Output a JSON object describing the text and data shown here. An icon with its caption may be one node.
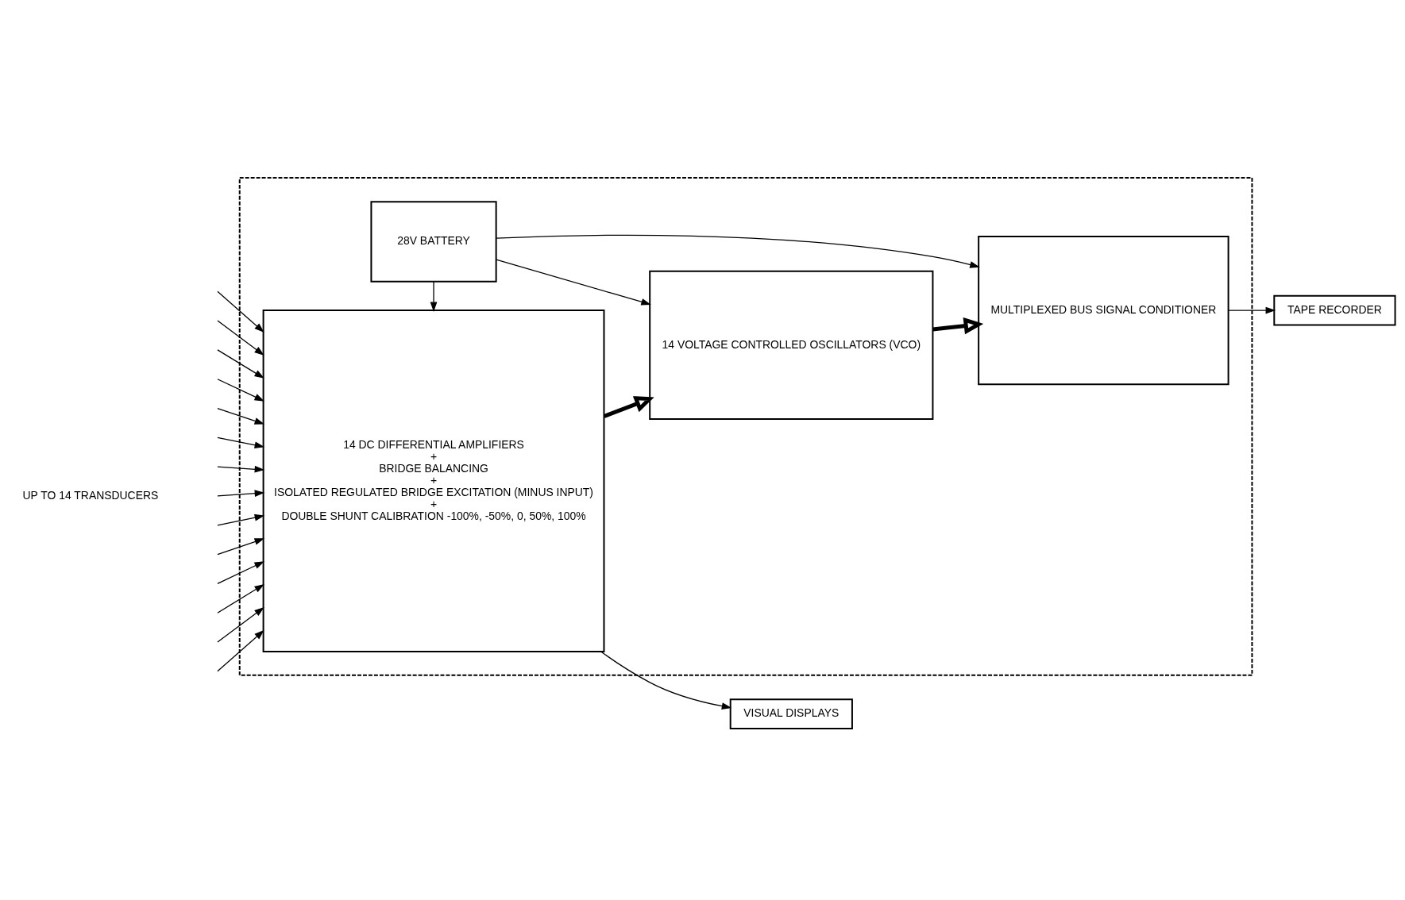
{
  "diagram": {
    "nodes": [
      {
        "text": [
          "VISUAL DISPLAYS"
        ]
      },
      {
        "text": [],
        "shape": "box"
      },
      {
        "text": [
          "14 DC DIFFERENTIAL AMPLIFIERS",
          "+",
          "BRIDGE BALANCING",
          "+",
          "ISOLATED REGULATED BRIDGE EXCITATION (MINUS INPUT)",
          "+",
          "DOUBLE SHUNT CALIBRATION -100%, -50%, 0, 50%, 100%"
        ],
        "in": 1
      },
      {
        "text": [
          "14 VOLTAGE CONTROLLED OSCILLATORS (VCO)"
        ],
        "in": 1
      },
      {
        "text": [
          "MULTIPLEXED BUS SIGNAL CONDITIONER"
        ],
        "in": 1
      },
      {
        "text": [
          "28V BATTERY"
        ],
        "in": 1
      },
      {
        "text": [
          "TAPE RECORDER"
        ]
      }
    ],
    "edges": [
      {
        "from": 2,
        "to": 0,
        "arrow": "to"
      },
      {
        "from": 2,
        "to": 3,
        "arrow": "to",
        "style": "thick"
      },
      {
        "from": 3,
        "to": 4,
        "arrow": "to",
        "style": "thick"
      },
      {
        "from": 4,
        "to": 6,
        "arrow": "to"
      },
      {
        "from": 5,
        "to": 3,
        "arrow": "to"
      },
      {
        "from": 5,
        "to": 4,
        "arrow": "to"
      },
      {
        "from": 5,
        "to": 2,
        "arrow": "to"
      },
      {
        "from": null,
        "to": 2,
        "arrow": "to"
      },
      {
        "from": null,
        "to": 2,
        "arrow": "to"
      },
      {
        "from": null,
        "to": 2,
        "arrow": "to"
      },
      {
        "from": null,
        "to": 2,
        "arrow": "to"
      },
      {
        "from": null,
        "to": 2,
        "arrow": "to"
      },
      {
        "from": null,
        "to": 2,
        "arrow": "to"
      },
      {
        "from": null,
        "to": 2,
        "arrow": "to"
      },
      {
        "from": null,
        "to": 2,
        "arrow": "to"
      },
      {
        "from": null,
        "to": 2,
        "arrow": "to"
      },
      {
        "from": null,
        "to": 2,
        "arrow": "to"
      },
      {
        "from": null,
        "to": 2,
        "arrow": "to"
      },
      {
        "from": null,
        "to": 2,
        "arrow": "to"
      },
      {
        "from": null,
        "to": 2,
        "arrow": "to"
      },
      {
        "from": null,
        "to": 2,
        "arrow": "to"
      }
    ],
    "labels": [
      "UP TO 14 TRANSDUCERS"
    ]
  }
}
